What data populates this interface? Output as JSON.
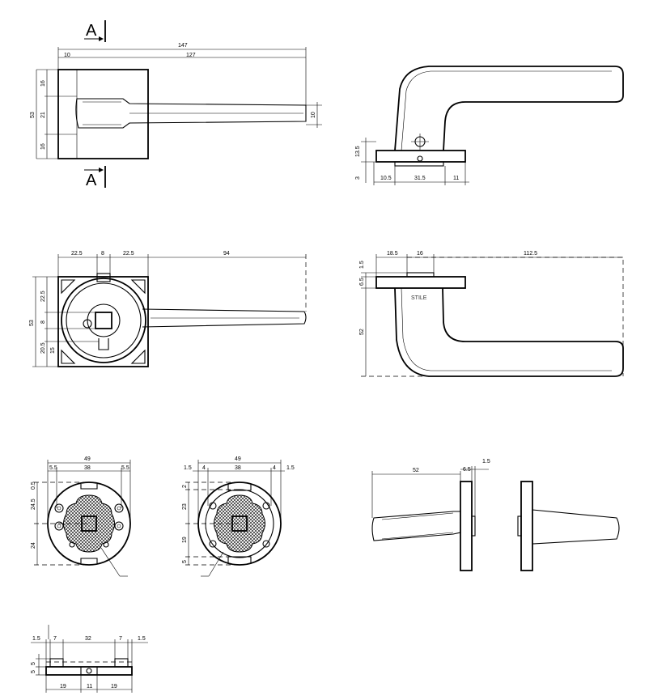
{
  "section_marks": {
    "top": "A",
    "bottom": "A"
  },
  "top_view": {
    "d147": "147",
    "d10": "10",
    "d127": "127",
    "d16": "16",
    "d53": "53",
    "d21": "21",
    "d16b": "16",
    "d10r": "10"
  },
  "side_view": {
    "d13_5": "13.5",
    "d3": "3",
    "d10_5": "10.5",
    "d31_5": "31.5",
    "d11": "11"
  },
  "front_view": {
    "d22_5a": "22.5",
    "d8": "8",
    "d22_5b": "22.5",
    "d94": "94",
    "d53": "53",
    "v22_5": "22.5",
    "v8": "8",
    "v20_5": "20.5",
    "v15": "15"
  },
  "section_view": {
    "d18_5": "18.5",
    "d16": "16",
    "d112_5": "112.5",
    "v1_5": "1.5",
    "v6_5": "6.5",
    "v52": "52",
    "stile_label": "STILE"
  },
  "rose_back": {
    "d49": "49",
    "d5_5a": "5.5",
    "d38": "38",
    "d5_5b": "5.5",
    "v0_5": "0.5",
    "v24_5": "24.5",
    "v24": "24"
  },
  "rose_cover": {
    "d1_5a": "1.5",
    "d4a": "4",
    "d49": "49",
    "d38": "38",
    "d4b": "4",
    "d1_5b": "1.5",
    "v2": "2",
    "v23": "23",
    "v19": "19",
    "v5": "5"
  },
  "lever_profile": {
    "d52": "52",
    "d6_5": "6.5",
    "d1_5": "1.5"
  },
  "base_plate": {
    "d1_5a": "1.5",
    "d7a": "7",
    "d32": "32",
    "d7b": "7",
    "d1_5b": "1.5",
    "v5a": "5",
    "v5b": "5",
    "d19a": "19",
    "d11": "11",
    "d19b": "19"
  }
}
